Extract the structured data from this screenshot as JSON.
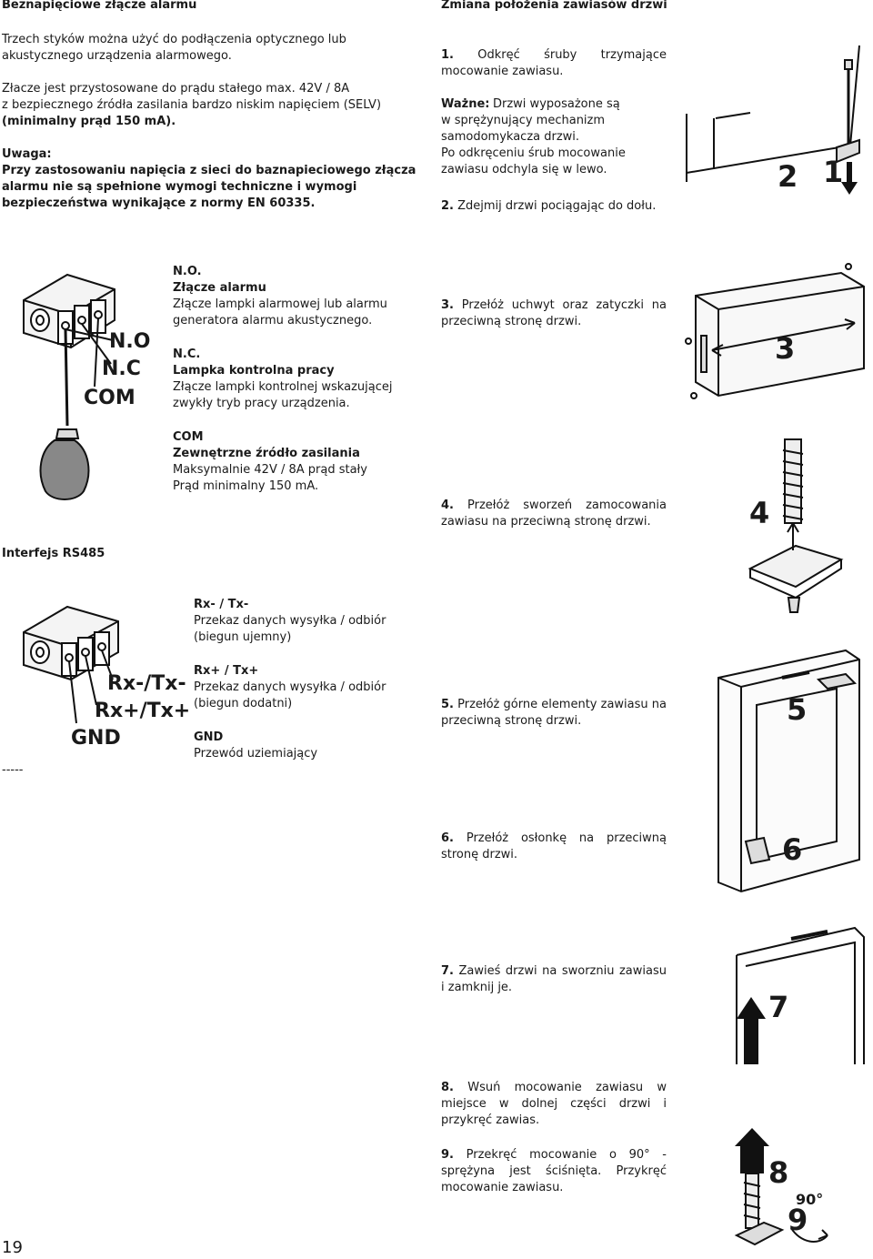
{
  "left": {
    "alarm_heading": "Beznapięciowe złącze alarmu",
    "alarm_p1": "Trzech styków można użyć do podłączenia optycznego lub\nakustycznego urządzenia alarmowego.",
    "alarm_p2": "Złacze jest przystosowane do prądu stałego max. 42V / 8A\nz bezpiecznego źródła zasilania bardzo niskim napięciem (SELV)",
    "alarm_p2_bold": "(minimalny prąd 150 mA).",
    "warning_label": "Uwaga:",
    "warning_text": "Przy zastosowaniu napięcia z sieci do baznapieciowego złącza\nalarmu nie są spełnione wymogi techniczne i wymogi\nbezpieczeństwa wynikające z normy EN 60335.",
    "fig1_labels": {
      "no": "N.O",
      "nc": "N.C",
      "com": "COM"
    },
    "no_title": "N.O.",
    "no_subtitle": "Złącze alarmu",
    "no_desc": "Złącze lampki alarmowej lub alarmu\ngeneratora alarmu akustycznego.",
    "nc_title": "N.C.",
    "nc_subtitle": "Lampka kontrolna pracy",
    "nc_desc": "Złącze lampki kontrolnej wskazującej\nzwykły tryb pracy urządzenia.",
    "com_title": "COM",
    "com_subtitle": "Zewnętrzne źródło zasilania",
    "com_desc": "Maksymalnie 42V / 8A prąd stały\nPrąd minimalny 150 mA.",
    "rs485_heading": "Interfejs RS485",
    "fig2_labels": {
      "rx_minus": "Rx-/Tx-",
      "rx_plus": "Rx+/Tx+",
      "gnd": "GND"
    },
    "rxm_title": "Rx- / Tx-",
    "rxm_desc": "Przekaz danych wysyłka / odbiór\n(biegun ujemny)",
    "rxp_title": "Rx+ / Tx+",
    "rxp_desc": "Przekaz danych wysyłka / odbiór\n(biegun dodatni)",
    "gnd_title": "GND",
    "gnd_desc": "Przewód uziemiający",
    "dashes": "-----",
    "page_number": "19"
  },
  "right": {
    "heading": "Zmiana położenia zawiasów drzwi",
    "step1_num": "1.",
    "step1_text": "Odkręć śruby trzymające mocowanie zawiasu.",
    "note_label": "Ważne:",
    "note_text": "Drzwi wyposażone są\nw sprężynujący mechanizm\nsamodomykacza drzwi.\nPo odkręceniu śrub mocowanie\nzawiasu odchyla się w lewo.",
    "step2_num": "2.",
    "step2_text": "Zdejmij drzwi pociągając do dołu.",
    "step3_num": "3.",
    "step3_text": "Przełóż uchwyt oraz zatyczki na przeciwną stronę drzwi.",
    "step4_num": "4.",
    "step4_text": "Przełóż sworzeń zamocowania zawiasu na przeciwną stronę drzwi.",
    "step5_num": "5.",
    "step5_text": "Przełóż górne elementy zawiasu na przeciwną stronę drzwi.",
    "step6_num": "6.",
    "step6_text": "Przełóż osłonkę na przeciwną stronę drzwi.",
    "step7_num": "7.",
    "step7_text": "Zawieś drzwi na sworzniu zawiasu i zamknij je.",
    "step8_num": "8.",
    "step8_text": "Wsuń mocowanie zawiasu w miejsce w dolnej części drzwi i przykręć zawias.",
    "step9_num": "9.",
    "step9_text": "Przekręć mocowanie o 90° - sprężyna jest ściśnięta. Przykręć mocowanie zawiasu.",
    "fig_numbers": {
      "n1": "1",
      "n2": "2",
      "n3": "3",
      "n4": "4",
      "n5": "5",
      "n6": "6",
      "n7": "7",
      "n8": "8",
      "n9": "9",
      "deg": "90°"
    }
  }
}
